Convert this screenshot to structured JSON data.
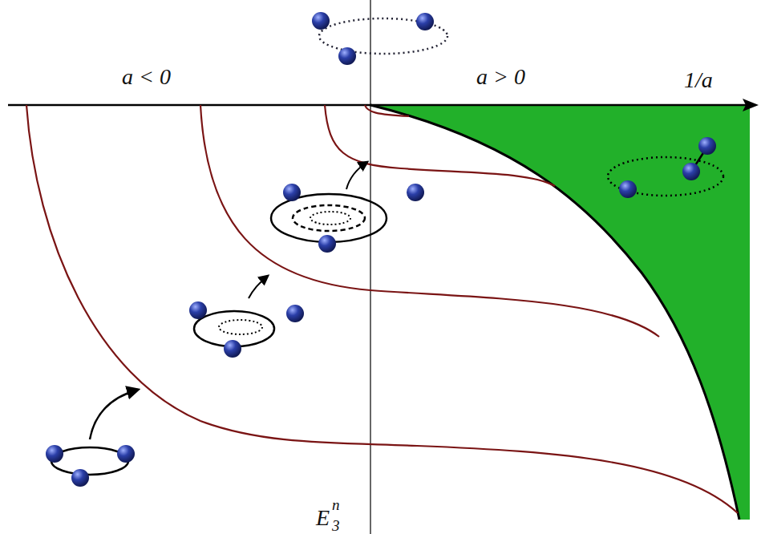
{
  "diagram": {
    "labels": [
      "a < 0",
      "a > 0",
      "1/a",
      "E",
      "n",
      "3"
    ]
  }
}
